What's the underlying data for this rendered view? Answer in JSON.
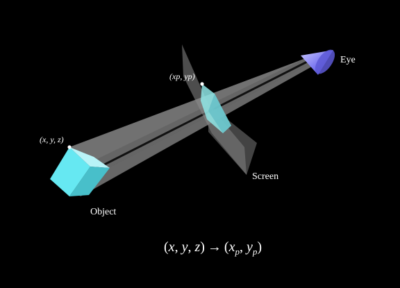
{
  "labels": {
    "eye": "Eye",
    "screen": "Screen",
    "object": "Object",
    "object_point": "(x, y, z)",
    "projected_point": "(xp, yp)"
  },
  "equation": {
    "open_left": "(",
    "x": "x",
    "c1": ", ",
    "y": "y",
    "c2": ", ",
    "z": "z",
    "close_left": ")",
    "arrow": "→",
    "open_right": "(",
    "xp": "x",
    "xp_sub": "p",
    "c3": ", ",
    "yp": "y",
    "yp_sub": "p",
    "close_right": ")"
  },
  "colors": {
    "background": "#000000",
    "cube": "#66e8f2",
    "eye": "#7b78f0",
    "frustum": "#8a8a8a"
  }
}
